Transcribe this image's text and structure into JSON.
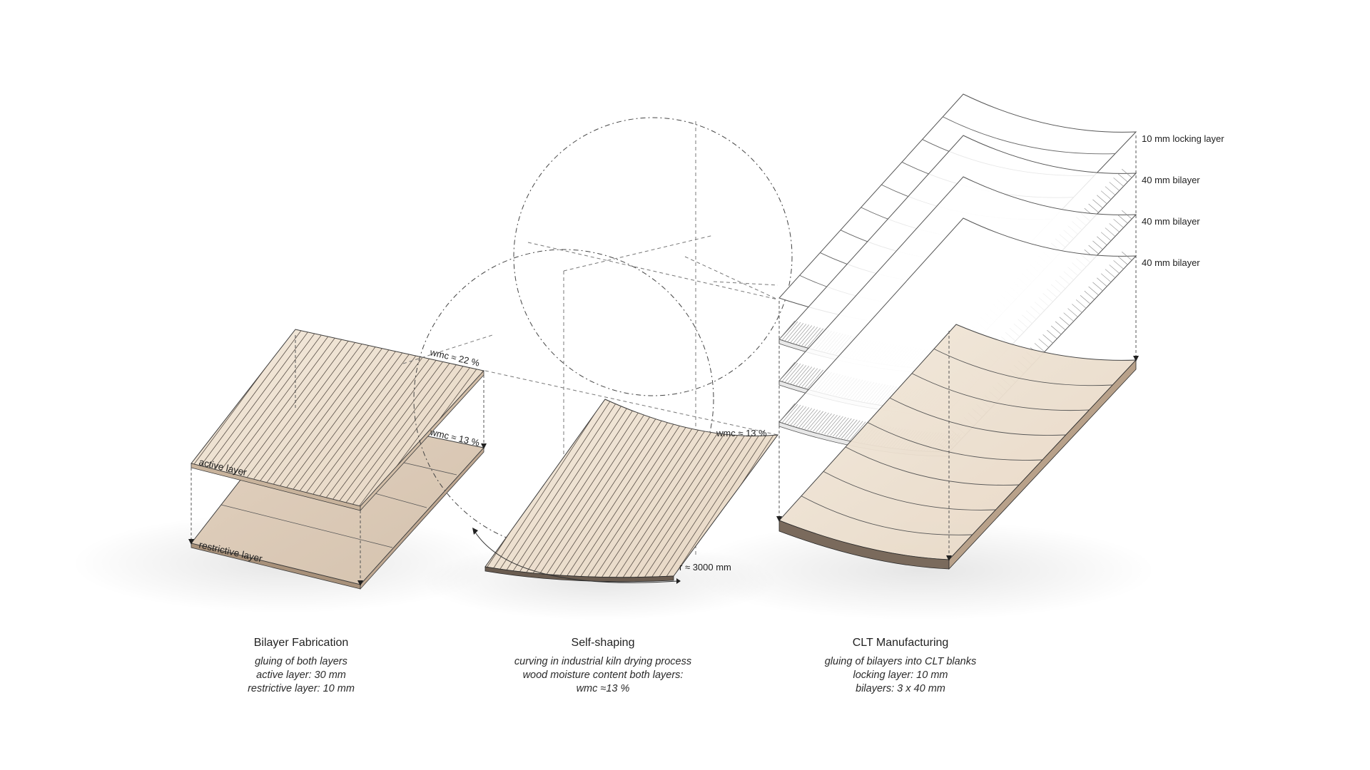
{
  "colors": {
    "wood_light": "#efe3d2",
    "wood_mid": "#e3d3c1",
    "wood_dark": "#d6c4b1",
    "line": "#3a3a3a",
    "guide": "#7a7a7a"
  },
  "labels": {
    "active_layer": "active layer",
    "restrictive_layer": "restrictive layer",
    "wmc_active": "wmc ≈ 22 %",
    "wmc_restrictive": "wmc ≈ 13 %",
    "wmc_curved": "wmc ≈ 13 %",
    "radius": "r ≈ 3000 mm",
    "locking_layer": "10 mm locking layer",
    "bilayer_1": "40 mm bilayer",
    "bilayer_2": "40 mm bilayer",
    "bilayer_3": "40 mm bilayer"
  },
  "captions": [
    {
      "title": "Bilayer Fabrication",
      "lines": [
        "gluing of both layers",
        "active layer: 30 mm",
        "restrictive layer: 10 mm"
      ]
    },
    {
      "title": "Self-shaping",
      "lines": [
        "curving in industrial kiln drying process",
        "wood moisture content both layers:",
        "wmc ≈13 %"
      ]
    },
    {
      "title": "CLT Manufacturing",
      "lines": [
        "gluing of bilayers into CLT blanks",
        "locking layer: 10 mm",
        "bilayers: 3 x 40 mm"
      ]
    }
  ]
}
